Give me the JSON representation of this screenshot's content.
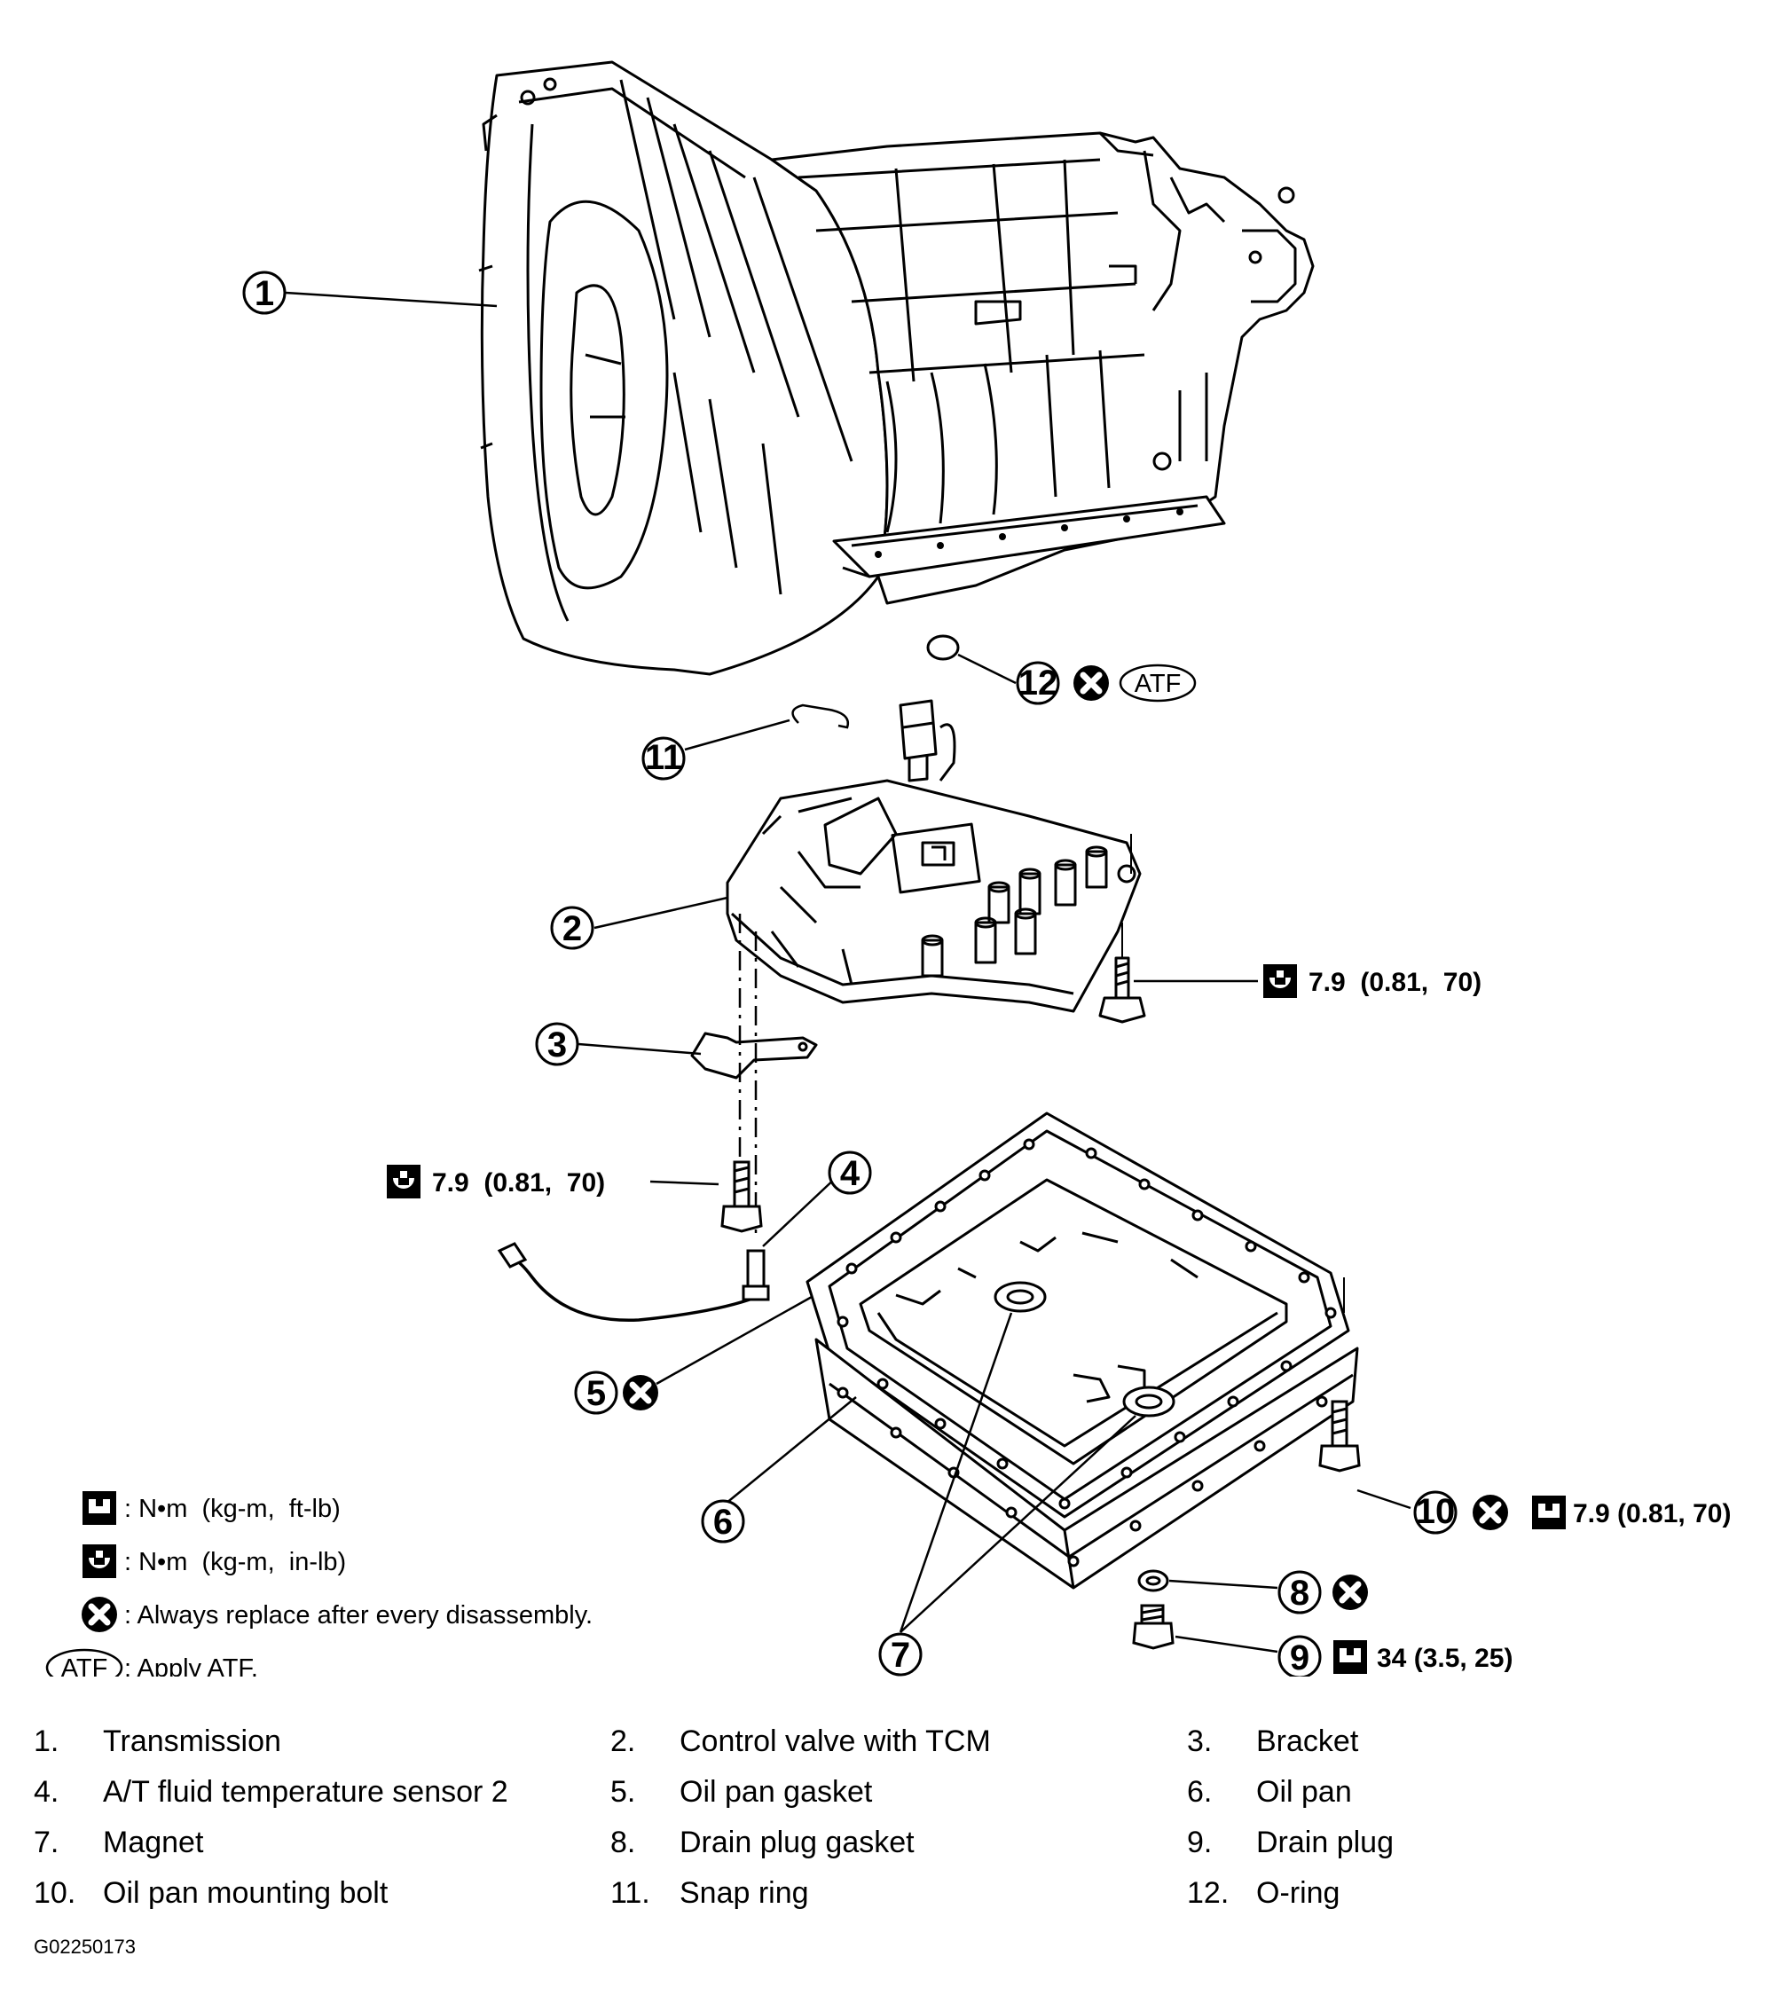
{
  "callouts": {
    "c1": "1",
    "c2": "2",
    "c3": "3",
    "c4": "4",
    "c5": "5",
    "c6": "6",
    "c7": "7",
    "c8": "8",
    "c9": "9",
    "c10": "10",
    "c11": "11",
    "c12": "12"
  },
  "torque_specs": {
    "control_valve_bolt": "7.9  (0.81,  70)",
    "bracket_bolt": "7.9  (0.81,  70)",
    "oil_pan_bolt": "7.9 (0.81, 70)",
    "drain_plug": "34 (3.5, 25)"
  },
  "atf_badge": "ATF",
  "legend": {
    "ft_lb": ": N•m  (kg-m,  ft-lb)",
    "in_lb": ": N•m  (kg-m,  in-lb)",
    "replace": ": Always replace after every disassembly.",
    "atf_symbol": "ATF",
    "atf": ": Apply ATF."
  },
  "parts": [
    {
      "num": "1.",
      "name": "Transmission"
    },
    {
      "num": "2.",
      "name": "Control valve with TCM"
    },
    {
      "num": "3.",
      "name": "Bracket"
    },
    {
      "num": "4.",
      "name": "A/T fluid temperature sensor 2"
    },
    {
      "num": "5.",
      "name": "Oil pan gasket"
    },
    {
      "num": "6.",
      "name": "Oil pan"
    },
    {
      "num": "7.",
      "name": "Magnet"
    },
    {
      "num": "8.",
      "name": "Drain plug gasket"
    },
    {
      "num": "9.",
      "name": "Drain plug"
    },
    {
      "num": "10.",
      "name": "Oil pan mounting bolt"
    },
    {
      "num": "11.",
      "name": "Snap ring"
    },
    {
      "num": "12.",
      "name": "O-ring"
    }
  ],
  "figure_id": "G02250173",
  "icons": [
    "ft-lb-wrench-icon",
    "in-lb-wrench-icon",
    "replace-x-icon",
    "atf-oval-icon"
  ]
}
